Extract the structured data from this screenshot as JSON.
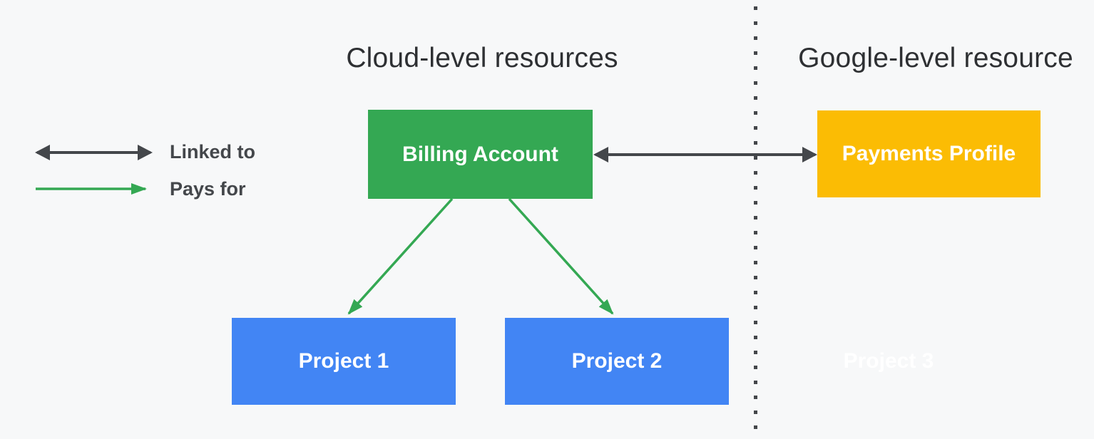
{
  "headings": {
    "left": "Cloud-level resources",
    "right": "Google-level resource"
  },
  "legend": [
    {
      "label": "Linked to",
      "arrow": "double-headed",
      "color": "#44474B"
    },
    {
      "label": "Pays for",
      "arrow": "single-headed",
      "color": "#34A853"
    }
  ],
  "nodes": {
    "billing_account": {
      "label": "Billing Account",
      "color": "#34A853",
      "text_color": "#FFFFFF"
    },
    "payments_profile": {
      "label": "Payments Profile",
      "color": "#FBBC04",
      "text_color": "#FFFFFF"
    },
    "project_1": {
      "label": "Project 1",
      "color": "#4285F4",
      "text_color": "#FFFFFF"
    },
    "project_2": {
      "label": "Project 2",
      "color": "#4285F4",
      "text_color": "#FFFFFF"
    },
    "project_3": {
      "label": "Project 3",
      "color": "transparent",
      "text_color": "#FFFFFF"
    }
  },
  "edges": [
    {
      "from": "Billing Account",
      "to": "Payments Profile",
      "relation": "Linked to"
    },
    {
      "from": "Billing Account",
      "to": "Project 1",
      "relation": "Pays for"
    },
    {
      "from": "Billing Account",
      "to": "Project 2",
      "relation": "Pays for"
    }
  ],
  "colors": {
    "background": "#F7F8F9",
    "ink": "#44474B",
    "heading_text": "#2E3033",
    "green": "#34A853",
    "blue": "#4285F4",
    "yellow": "#FBBC04",
    "node_text": "#FFFFFF"
  }
}
